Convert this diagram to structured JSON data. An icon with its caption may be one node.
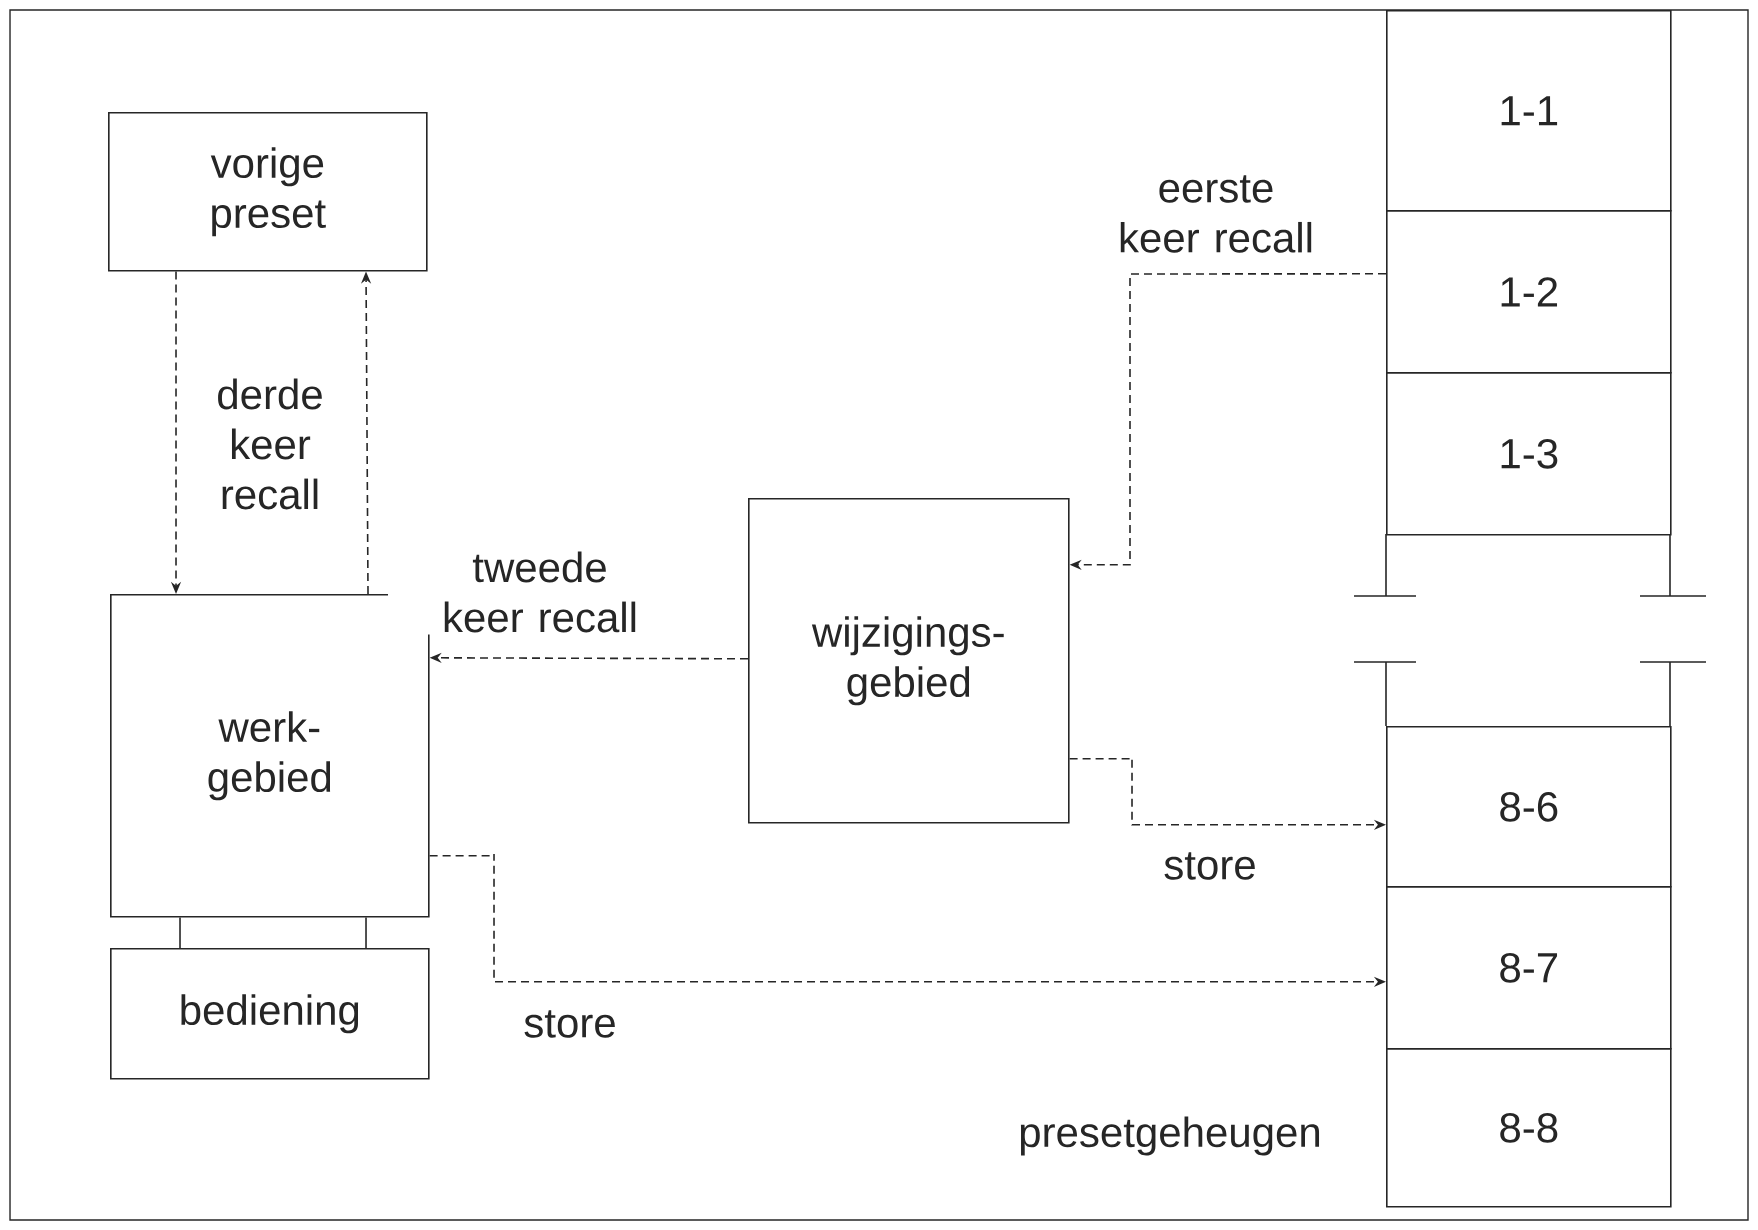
{
  "diagram": {
    "nodes": [
      {
        "text": [
          "vorige preset"
        ]
      },
      {
        "text": [
          "werk- gebied"
        ]
      },
      {
        "text": [
          "bediening"
        ]
      },
      {
        "text": [
          "wijzigings- gebied"
        ]
      },
      {
        "text": [
          "1-1"
        ]
      },
      {
        "text": [
          "1-2"
        ]
      },
      {
        "text": [
          "1-3"
        ]
      },
      {
        "text": [
          "8-6"
        ]
      },
      {
        "text": [
          "8-7"
        ]
      },
      {
        "text": [
          "8-8"
        ]
      }
    ],
    "edges": [
      {
        "from": 0,
        "to": 1,
        "arrow": "to",
        "style": "dashed",
        "label": "derde keer recall"
      },
      {
        "from": 1,
        "to": 0,
        "arrow": "to",
        "style": "dashed"
      },
      {
        "from": 3,
        "to": 1,
        "arrow": "to",
        "style": "dashed",
        "label": "tweede keer recall"
      },
      {
        "from": 5,
        "to": 3,
        "arrow": "to",
        "style": "dashed",
        "label": "eerste keer recall"
      },
      {
        "from": 3,
        "to": 7,
        "arrow": "to",
        "style": "dashed",
        "label": "store"
      },
      {
        "from": 1,
        "to": 8,
        "arrow": "to",
        "style": "dashed",
        "label": "store"
      },
      {
        "from": 1,
        "to": 2,
        "arrow": "none"
      },
      {
        "from": 1,
        "to": 2,
        "arrow": "none"
      }
    ],
    "labels": [
      "presetgeheugen"
    ]
  }
}
